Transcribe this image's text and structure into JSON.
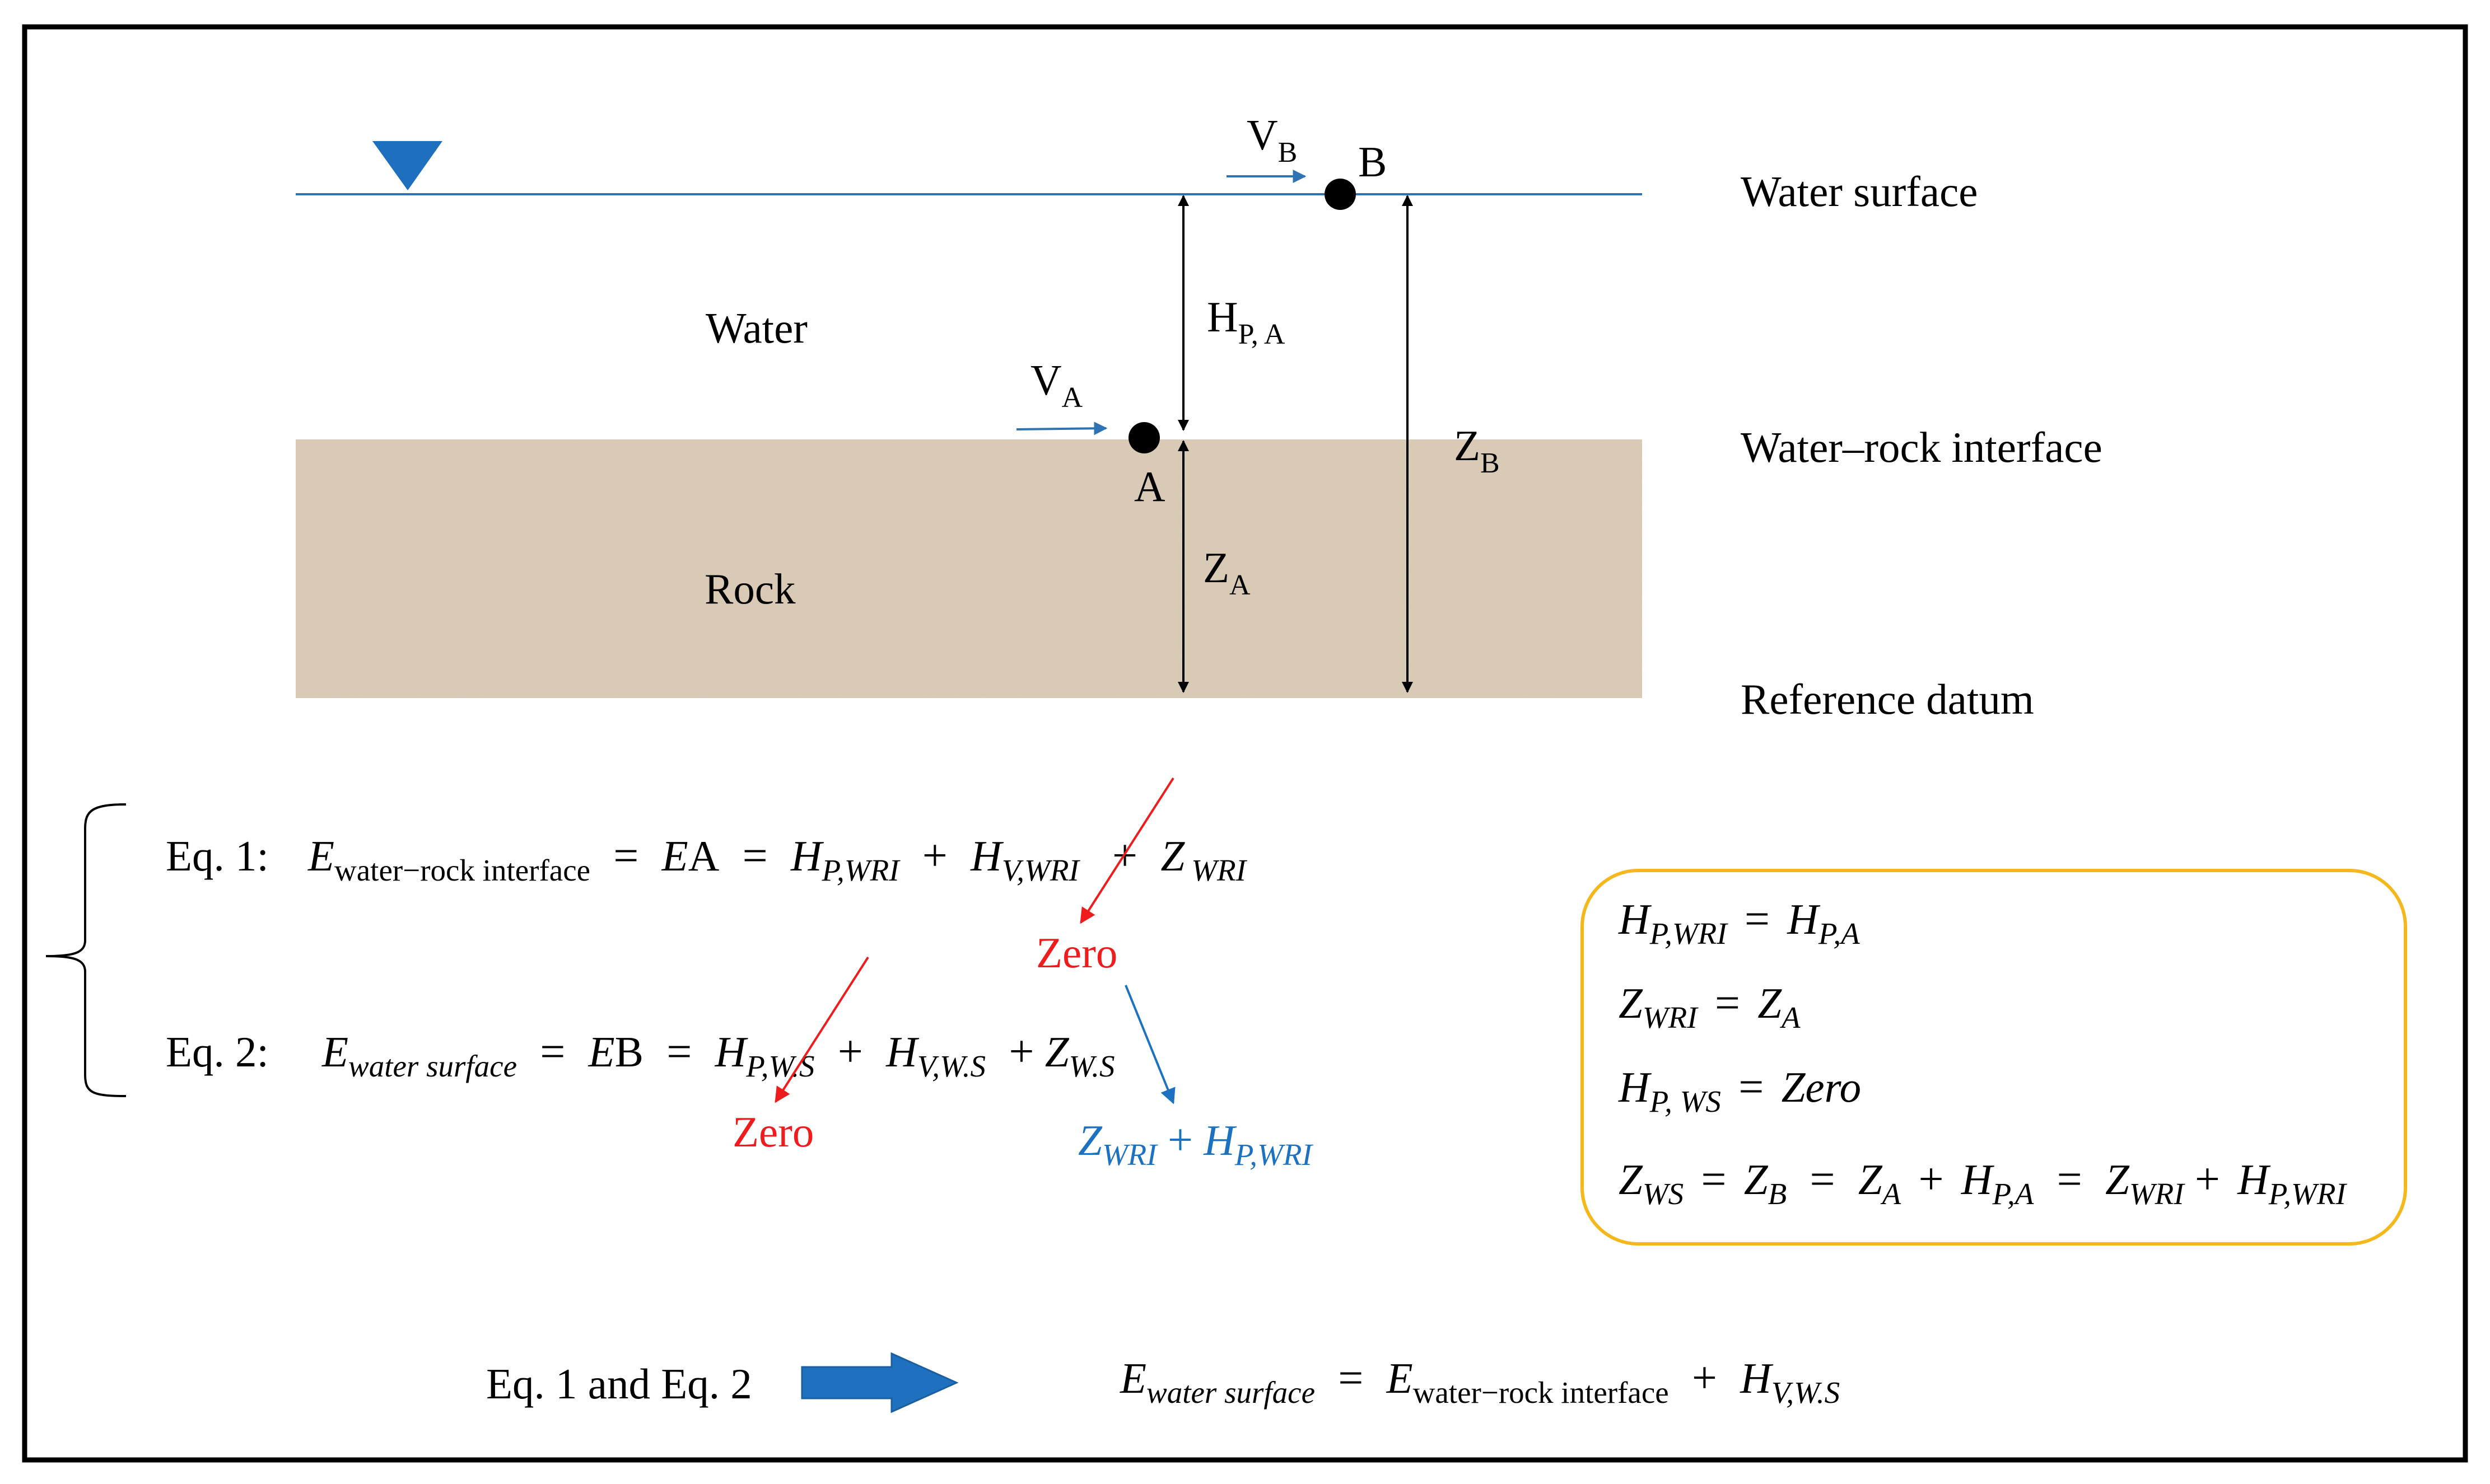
{
  "labels": {
    "water_surface": "Water surface",
    "water_rock_interface": "Water–rock interface",
    "reference_datum": "Reference datum",
    "water": "Water",
    "rock": "Rock",
    "point_a": "A",
    "point_b": "B",
    "v_a": "V",
    "v_a_sub": "A",
    "v_b": "V",
    "v_b_sub": "B",
    "h_pa": "H",
    "h_pa_sub": "P, A",
    "z_a": "Z",
    "z_a_sub": "A",
    "z_b": "Z",
    "z_b_sub": "B"
  },
  "equations": {
    "eq1_label": "Eq. 1:",
    "eq2_label": "Eq. 2:",
    "zero_note": "Zero",
    "E": "E",
    "H": "H",
    "Z": "Z",
    "sub_water_rock_interface": "water−rock interface",
    "sub_water_surface": "water surface",
    "sub_A": "A",
    "sub_B": "B",
    "sub_P_WRI": "P,WRI",
    "sub_V_WRI": "V,WRI",
    "sub_WRI": "WRI",
    "sub_P_WS_dot": "P,W.S",
    "sub_V_WS_dot": "V,W.S",
    "sub_WS_dot": "W.S",
    "sub_P_WS": "P, WS",
    "sub_WS": "WS",
    "sub_P_A": "P,A",
    "zero_word": "Zero",
    "conclusion_label": "Eq. 1 and Eq. 2"
  },
  "colors": {
    "water_line": "#2e74b5",
    "marker": "#1f6fbf",
    "rock": "#dccdb8",
    "note_red": "#ee1c1c",
    "note_blue": "#1c72c0",
    "box_border": "#f4b81c",
    "arrow_fill": "#2070c0"
  },
  "icons": {
    "water_level_marker": "inverted-triangle-icon",
    "conclusion_arrow": "right-block-arrow-icon"
  }
}
